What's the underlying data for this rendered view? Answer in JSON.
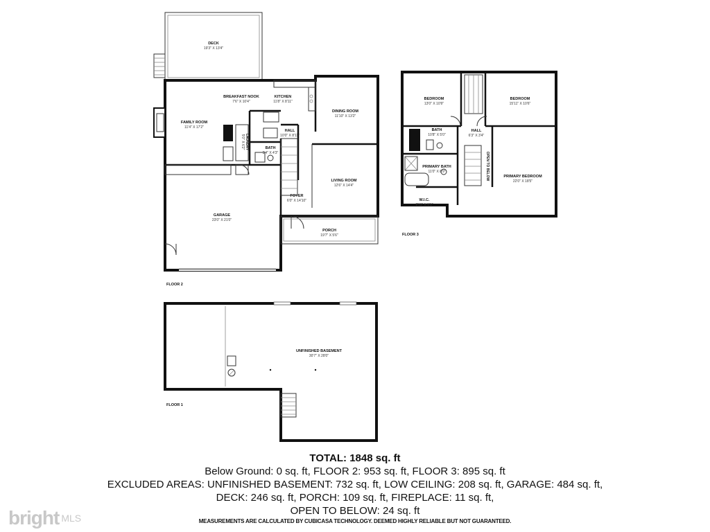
{
  "floors": {
    "floor1": "FLOOR 1",
    "floor2": "FLOOR 2",
    "floor3": "FLOOR 3"
  },
  "rooms": {
    "deck": {
      "name": "DECK",
      "dim": "19'3\" X 13'4\""
    },
    "breakfast_nook": {
      "name": "BREAKFAST NOOK",
      "dim": "7'6\" X 10'4\""
    },
    "kitchen": {
      "name": "KITCHEN",
      "dim": "11'8\" X 8'11\""
    },
    "dining_room": {
      "name": "DINING ROOM",
      "dim": "11'10\" X 13'2\""
    },
    "family_room": {
      "name": "FAMILY ROOM",
      "dim": "11'4\" X 17'2\""
    },
    "laundry": {
      "name": "LAUNDRY",
      "dim": "5'0\" X 6'2\""
    },
    "hall_f2": {
      "name": "HALL",
      "dim": "10'0\" X 8'11\""
    },
    "bath_f2": {
      "name": "BATH",
      "dim": "5'4\" X 4'3\""
    },
    "living_room": {
      "name": "LIVING ROOM",
      "dim": "12'6\" X 14'4\""
    },
    "foyer": {
      "name": "FOYER",
      "dim": "6'0\" X 14'10\""
    },
    "garage": {
      "name": "GARAGE",
      "dim": "23'0\" X 21'0\""
    },
    "porch": {
      "name": "PORCH",
      "dim": "19'7\" X 5'6\""
    },
    "bedroom_left": {
      "name": "BEDROOM",
      "dim": "13'0\" X 10'9\""
    },
    "bedroom_right": {
      "name": "BEDROOM",
      "dim": "15'11\" X 10'6\""
    },
    "bath_f3": {
      "name": "BATH",
      "dim": "10'8\" X 5'0\""
    },
    "hall_f3": {
      "name": "HALL",
      "dim": "6'3\" X 3'4\""
    },
    "primary_bath": {
      "name": "PRIMARY BATH",
      "dim": "11'0\" X 8'9\""
    },
    "primary_bedroom": {
      "name": "PRIMARY BEDROOM",
      "dim": "22'0\" X 18'5\""
    },
    "wic": {
      "name": "W.I.C.",
      "dim": "8'11\" X 5'1\""
    },
    "open_to_below": {
      "name": "OPEN TO BELOW"
    },
    "basement": {
      "name": "UNFINISHED BASEMENT",
      "dim": "30'7\" X 28'0\""
    }
  },
  "summary": {
    "total": "TOTAL: 1848 sq. ft",
    "line1": "Below Ground: 0 sq. ft, FLOOR 2: 953 sq. ft, FLOOR 3: 895 sq. ft",
    "line2": "EXCLUDED AREAS: UNFINISHED BASEMENT: 732 sq. ft, LOW CEILING: 208 sq. ft, GARAGE: 484 sq. ft,",
    "line3": "DECK: 246 sq. ft, PORCH: 109 sq. ft, FIREPLACE: 11 sq. ft,",
    "line4": "OPEN TO BELOW: 24 sq. ft",
    "disclaimer": "MEASUREMENTS ARE CALCULATED BY CUBICASA TECHNOLOGY. DEEMED HIGHLY RELIABLE BUT NOT GUARANTEED."
  },
  "logo": {
    "bright": "bright",
    "mls": "MLS"
  }
}
